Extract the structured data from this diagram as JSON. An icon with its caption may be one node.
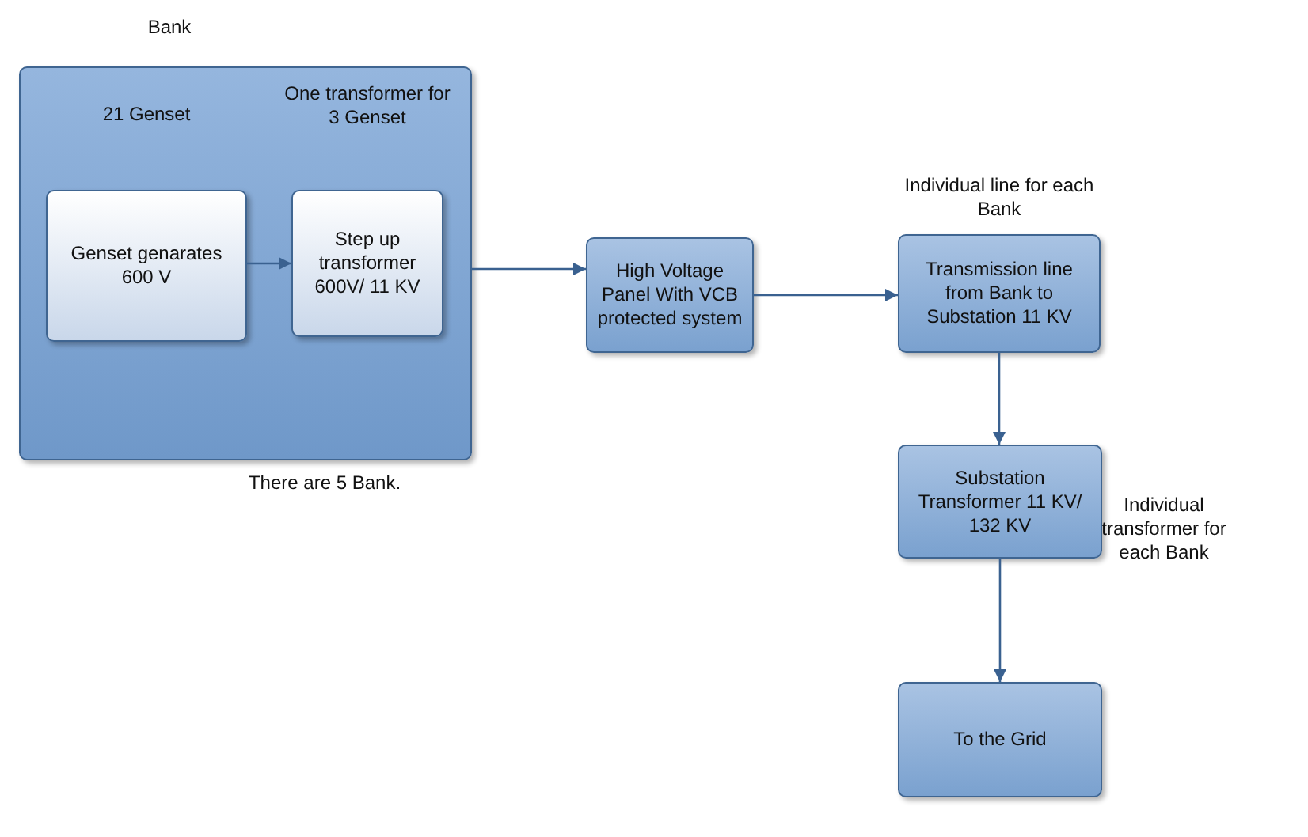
{
  "diagram": {
    "nodes": [
      {
        "text": [
          "Bank"
        ],
        "beside": [
          "There are 5 Bank."
        ]
      },
      {
        "text": [
          "21 Genset",
          "Genset genarates 600 V"
        ],
        "in": 0
      },
      {
        "text": [
          "One transformer for 3 Genset",
          "Step up transformer 600V/ 11 KV"
        ],
        "in": 0
      },
      {
        "text": [
          "High Voltage Panel With VCB protected system"
        ]
      },
      {
        "text": [
          "Individual line for each Bank",
          "Transmission line from Bank to Substation 11 KV"
        ]
      },
      {
        "text": [
          "Substation Transformer 11 KV/ 132 KV"
        ],
        "beside": [
          "Individual transformer for each Bank"
        ]
      },
      {
        "text": [
          "To the Grid"
        ]
      }
    ],
    "edges": [
      {
        "from": 1,
        "to": 2,
        "arrow": "to"
      },
      {
        "from": 0,
        "to": 3,
        "arrow": "to"
      },
      {
        "from": 3,
        "to": 4,
        "arrow": "to"
      },
      {
        "from": 4,
        "to": 5,
        "arrow": "to"
      },
      {
        "from": 5,
        "to": 6,
        "arrow": "to"
      }
    ]
  }
}
